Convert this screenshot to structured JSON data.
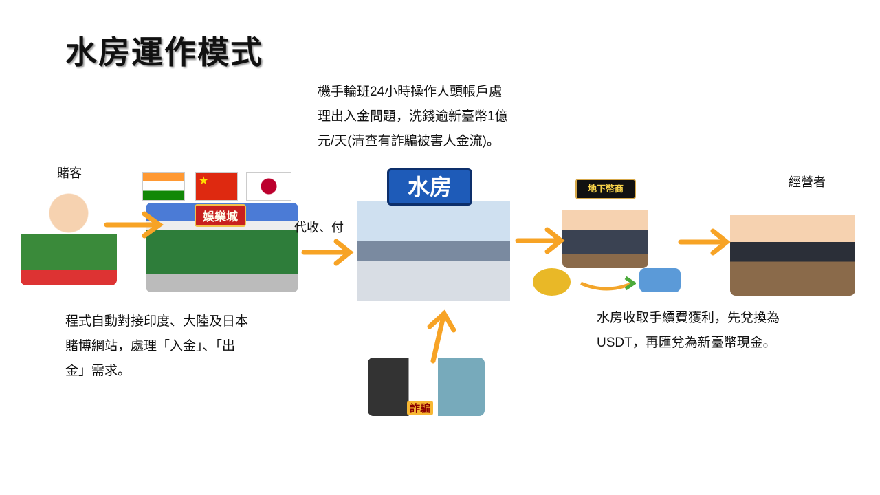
{
  "title": "水房運作模式",
  "gambler": {
    "label": "賭客",
    "description_lines": [
      "程式自動對接印度、大陸及日本",
      "賭博網站，處理「入金」、「出",
      "金」需求。"
    ]
  },
  "casino": {
    "sign": "娛樂城",
    "flags": [
      "india-flag",
      "china-flag",
      "japan-flag"
    ]
  },
  "collect_pay_label": "代收、付",
  "water_room": {
    "sign": "水房",
    "description_lines": [
      "機手輪班24小時操作人頭帳戶處",
      "理出入金問題，洗錢逾新臺幣1億",
      "元/天(清查有詐騙被害人金流)。"
    ]
  },
  "fraud": {
    "label": "詐騙"
  },
  "underground_bank": {
    "sign": "地下幣商",
    "description_lines": [
      "水房收取手續費獲利，先兌換為",
      "USDT，再匯兌為新臺幣現金。"
    ]
  },
  "operator": {
    "label": "經營者"
  },
  "colors": {
    "arrow": "#F7A325",
    "sign_blue": "#1E5BB8",
    "sign_red": "#C8201E"
  }
}
